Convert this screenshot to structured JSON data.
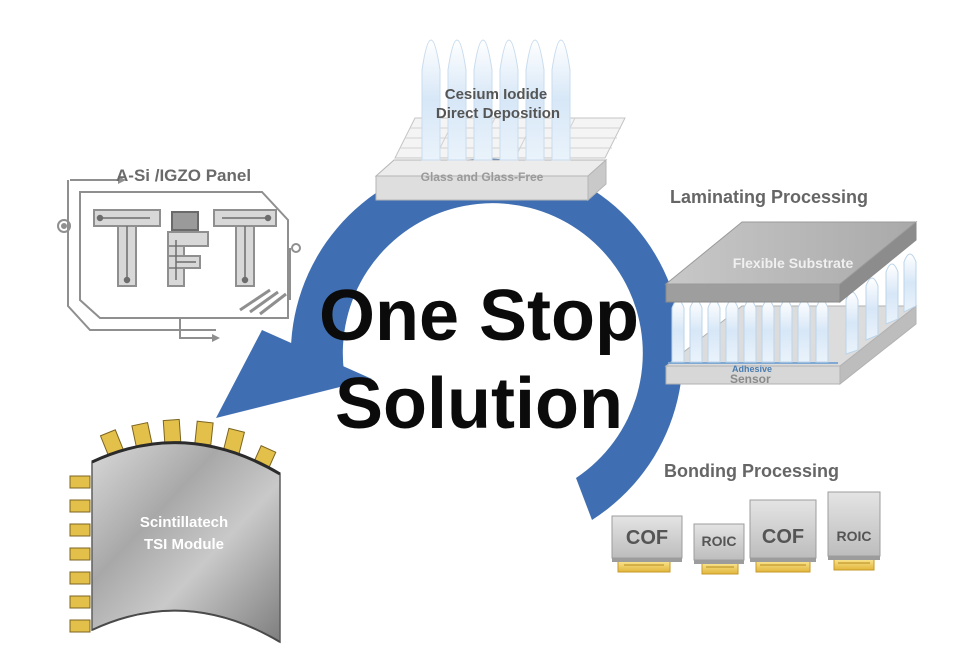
{
  "center": {
    "line1": "One Stop",
    "line2": "Solution"
  },
  "stages": {
    "csi": {
      "title_line1": "Cesium Iodide",
      "title_line2": "Direct Deposition",
      "base_label": "Glass and Glass-Free"
    },
    "panel": {
      "title": "A-Si /IGZO Panel",
      "logo": "TFT"
    },
    "laminating": {
      "title": "Laminating Processing",
      "top_label": "Flexible Substrate",
      "adhesive_label": "Adhesive",
      "bottom_label": "Sensor"
    },
    "bonding": {
      "title": "Bonding Processing",
      "chips": [
        "COF",
        "ROIC",
        "COF",
        "ROIC"
      ]
    },
    "module": {
      "line1": "Scintillatech",
      "line2": "TSI Module"
    }
  },
  "colors": {
    "arrow": "#3f6fb2",
    "label_gray": "#666666",
    "title_dark": "#0b0b0b"
  }
}
